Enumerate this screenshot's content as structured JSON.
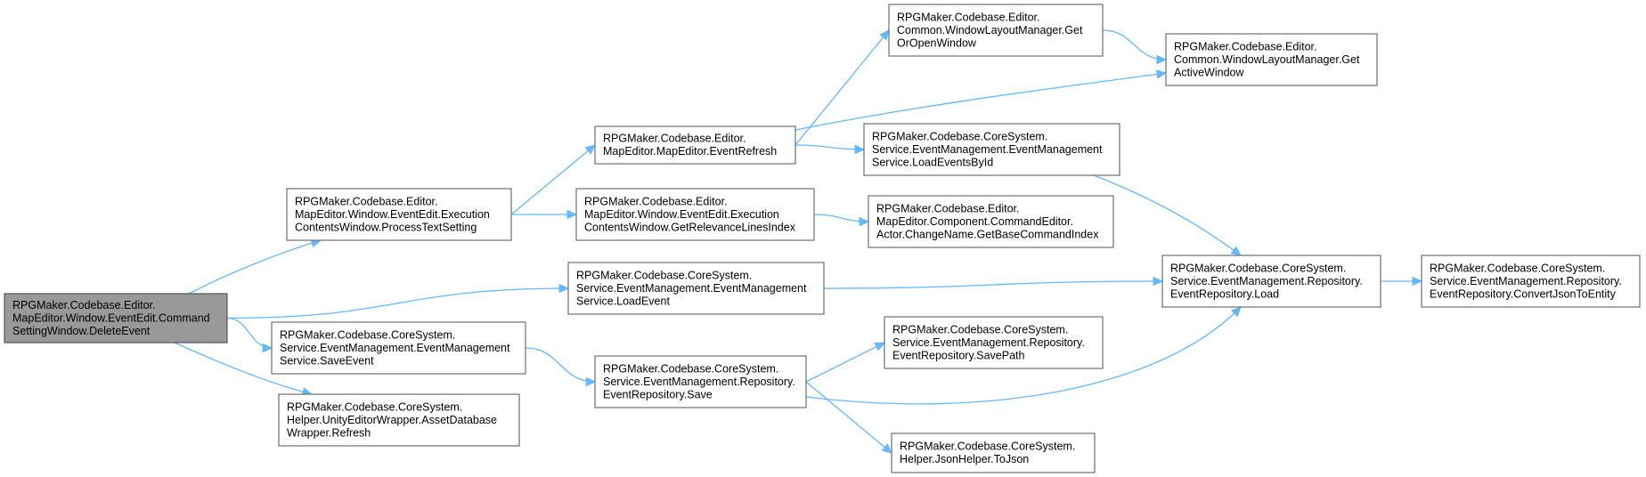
{
  "colors": {
    "edge": "#63b8ff",
    "root_fill": "#999999",
    "node_border": "#6e6e6e"
  },
  "nodes": [
    {
      "id": "delete_event",
      "root": true,
      "lines": [
        "RPGMaker.Codebase.Editor.",
        "MapEditor.Window.EventEdit.Command",
        "SettingWindow.DeleteEvent"
      ]
    },
    {
      "id": "process_text_setting",
      "lines": [
        "RPGMaker.Codebase.Editor.",
        "MapEditor.Window.EventEdit.Execution",
        "ContentsWindow.ProcessTextSetting"
      ]
    },
    {
      "id": "load_event",
      "lines": [
        "RPGMaker.Codebase.CoreSystem.",
        "Service.EventManagement.EventManagement",
        "Service.LoadEvent"
      ]
    },
    {
      "id": "save_event",
      "lines": [
        "RPGMaker.Codebase.CoreSystem.",
        "Service.EventManagement.EventManagement",
        "Service.SaveEvent"
      ]
    },
    {
      "id": "asset_refresh",
      "lines": [
        "RPGMaker.Codebase.CoreSystem.",
        "Helper.UnityEditorWrapper.AssetDatabase",
        "Wrapper.Refresh"
      ]
    },
    {
      "id": "event_refresh",
      "lines": [
        "RPGMaker.Codebase.Editor.",
        "MapEditor.MapEditor.EventRefresh"
      ]
    },
    {
      "id": "get_relevance",
      "lines": [
        "RPGMaker.Codebase.Editor.",
        "MapEditor.Window.EventEdit.Execution",
        "ContentsWindow.GetRelevanceLinesIndex"
      ]
    },
    {
      "id": "repo_save",
      "lines": [
        "RPGMaker.Codebase.CoreSystem.",
        "Service.EventManagement.Repository.",
        "EventRepository.Save"
      ]
    },
    {
      "id": "get_or_open",
      "lines": [
        "RPGMaker.Codebase.Editor.",
        "Common.WindowLayoutManager.Get",
        "OrOpenWindow"
      ]
    },
    {
      "id": "load_events_by_id",
      "lines": [
        "RPGMaker.Codebase.CoreSystem.",
        "Service.EventManagement.EventManagement",
        "Service.LoadEventsById"
      ]
    },
    {
      "id": "get_base_cmd",
      "lines": [
        "RPGMaker.Codebase.Editor.",
        "MapEditor.Component.CommandEditor.",
        "Actor.ChangeName.GetBaseCommandIndex"
      ]
    },
    {
      "id": "save_path",
      "lines": [
        "RPGMaker.Codebase.CoreSystem.",
        "Service.EventManagement.Repository.",
        "EventRepository.SavePath"
      ]
    },
    {
      "id": "to_json",
      "lines": [
        "RPGMaker.Codebase.CoreSystem.",
        "Helper.JsonHelper.ToJson"
      ]
    },
    {
      "id": "get_active",
      "lines": [
        "RPGMaker.Codebase.Editor.",
        "Common.WindowLayoutManager.Get",
        "ActiveWindow"
      ]
    },
    {
      "id": "repo_load",
      "lines": [
        "RPGMaker.Codebase.CoreSystem.",
        "Service.EventManagement.Repository.",
        "EventRepository.Load"
      ]
    },
    {
      "id": "convert_json",
      "lines": [
        "RPGMaker.Codebase.CoreSystem.",
        "Service.EventManagement.Repository.",
        "EventRepository.ConvertJsonToEntity"
      ]
    }
  ],
  "edges": [
    [
      "delete_event",
      "process_text_setting"
    ],
    [
      "delete_event",
      "load_event"
    ],
    [
      "delete_event",
      "save_event"
    ],
    [
      "delete_event",
      "asset_refresh"
    ],
    [
      "process_text_setting",
      "event_refresh"
    ],
    [
      "process_text_setting",
      "get_relevance"
    ],
    [
      "event_refresh",
      "get_or_open"
    ],
    [
      "event_refresh",
      "get_active"
    ],
    [
      "event_refresh",
      "load_events_by_id"
    ],
    [
      "get_or_open",
      "get_active"
    ],
    [
      "get_relevance",
      "get_base_cmd"
    ],
    [
      "load_events_by_id",
      "repo_load"
    ],
    [
      "load_event",
      "repo_load"
    ],
    [
      "save_event",
      "repo_save"
    ],
    [
      "repo_save",
      "save_path"
    ],
    [
      "repo_save",
      "repo_load"
    ],
    [
      "repo_save",
      "to_json"
    ],
    [
      "repo_load",
      "convert_json"
    ]
  ]
}
